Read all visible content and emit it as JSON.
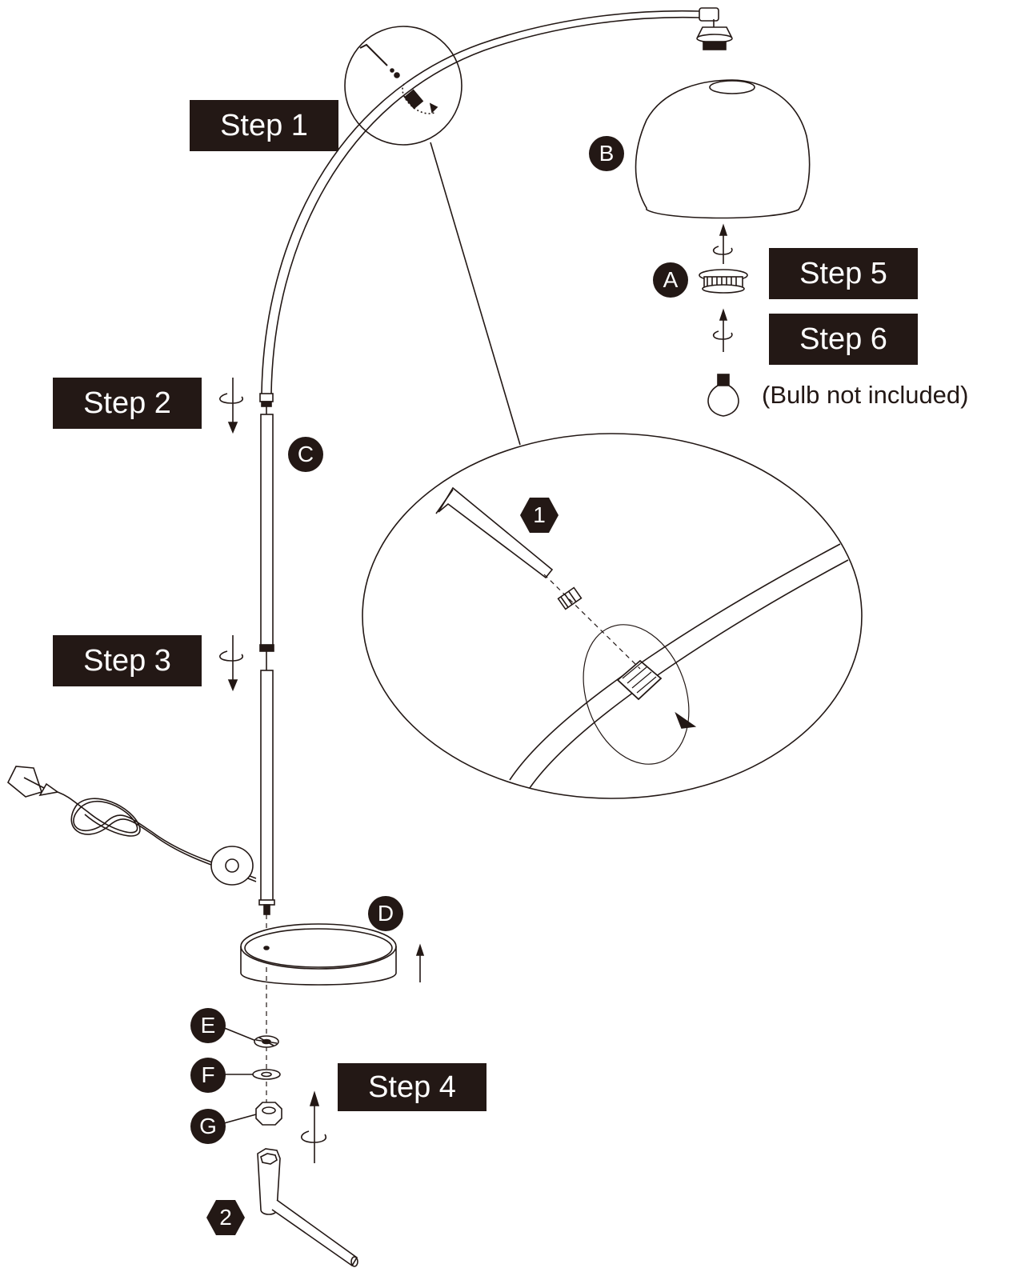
{
  "steps": {
    "step1": "Step 1",
    "step2": "Step 2",
    "step3": "Step 3",
    "step4": "Step 4",
    "step5": "Step 5",
    "step6": "Step 6"
  },
  "parts": {
    "a": "A",
    "b": "B",
    "c": "C",
    "d": "D",
    "e": "E",
    "f": "F",
    "g": "G"
  },
  "tools": {
    "allen_key": "1",
    "socket_wrench": "2"
  },
  "bulb_note": "(Bulb not included)",
  "colors": {
    "label_bg": "#231815",
    "label_text": "#ffffff",
    "line": "#231815"
  }
}
